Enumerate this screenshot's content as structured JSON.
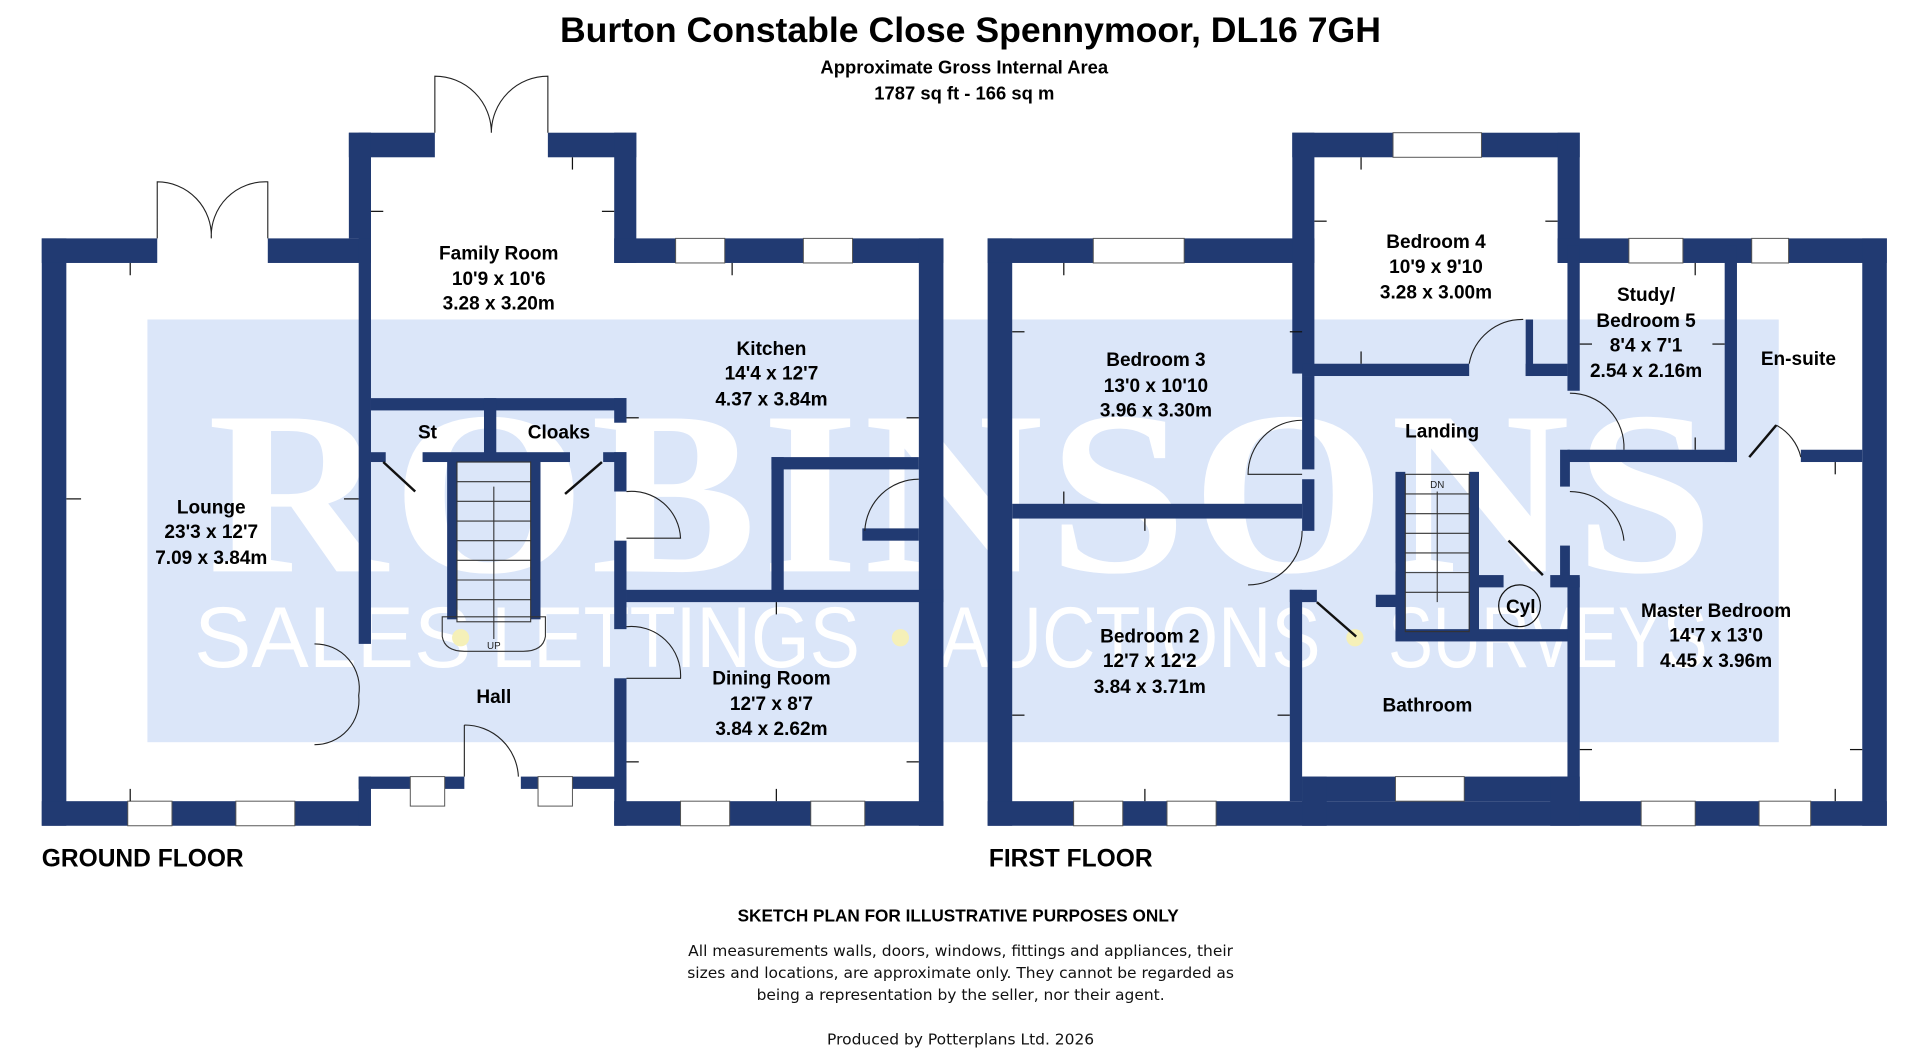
{
  "header": {
    "title": "Burton Constable Close Spennymoor, DL16 7GH",
    "subtitle": "Approximate Gross Internal Area",
    "area": "1787 sq ft - 166 sq m"
  },
  "watermark": {
    "brand": "ROBINSONS",
    "tagline_items": [
      "SALES",
      "LETTINGS",
      "AUCTIONS",
      "SURVEYS"
    ],
    "banner_color": "#dbe6f9",
    "dot_color": "#f5f0b8"
  },
  "colors": {
    "wall": "#213a72",
    "background": "#ffffff"
  },
  "ground_floor": {
    "label": "GROUND FLOOR",
    "rooms": [
      {
        "name": "Lounge",
        "imperial": "23'3 x 12'7",
        "metric": "7.09 x 3.84m"
      },
      {
        "name": "Family Room",
        "imperial": "10'9 x 10'6",
        "metric": "3.28 x 3.20m"
      },
      {
        "name": "Kitchen",
        "imperial": "14'4 x 12'7",
        "metric": "4.37 x 3.84m"
      },
      {
        "name": "St"
      },
      {
        "name": "Cloaks"
      },
      {
        "name": "Hall"
      },
      {
        "name": "Dining Room",
        "imperial": "12'7 x 8'7",
        "metric": "3.84 x 2.62m"
      }
    ],
    "stairs_label": "UP"
  },
  "first_floor": {
    "label": "FIRST FLOOR",
    "rooms": [
      {
        "name": "Bedroom 3",
        "imperial": "13'0 x 10'10",
        "metric": "3.96 x 3.30m"
      },
      {
        "name": "Bedroom 4",
        "imperial": "10'9 x 9'10",
        "metric": "3.28 x 3.00m"
      },
      {
        "name": "Study/",
        "name2": "Bedroom 5",
        "imperial": "8'4 x 7'1",
        "metric": "2.54 x 2.16m"
      },
      {
        "name": "En-suite"
      },
      {
        "name": "Landing"
      },
      {
        "name": "Bedroom 2",
        "imperial": "12'7 x 12'2",
        "metric": "3.84 x 3.71m"
      },
      {
        "name": "Bathroom"
      },
      {
        "name": "Cyl"
      },
      {
        "name": "Master Bedroom",
        "imperial": "14'7 x 13'0",
        "metric": "4.45 x 3.96m"
      }
    ],
    "stairs_label": "DN"
  },
  "footer": {
    "disclaimer_heading": "SKETCH PLAN FOR ILLUSTRATIVE PURPOSES ONLY",
    "disclaimer_lines": [
      "All measurements walls, doors, windows, fittings and appliances, their",
      "sizes and locations, are approximate only. They cannot be regarded as",
      "being a representation by the seller, nor their agent."
    ],
    "credit": "Produced by Potterplans Ltd. 2026"
  }
}
